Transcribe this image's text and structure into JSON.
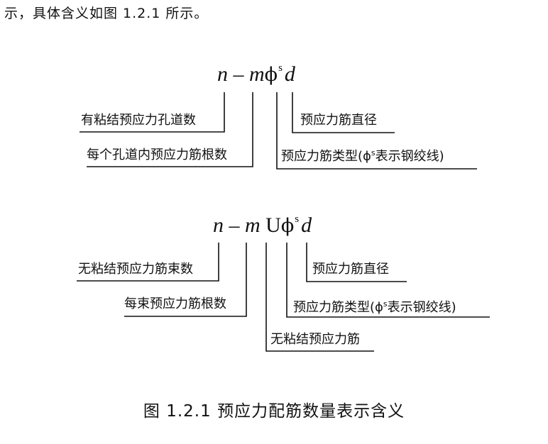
{
  "intro_text": "示，具体含义如图 1.2.1 所示。",
  "diagram1": {
    "formula": {
      "n": "n",
      "dash": "–",
      "m": "m",
      "phi": "ϕ",
      "s": "s",
      "d": "d"
    },
    "labels": {
      "bonded_count": "有粘结预应力孔道数",
      "per_duct": "每个孔道内预应力筋根数",
      "diameter": "预应力筋直径",
      "type_prefix": "预应力筋类型(",
      "type_phi": "ϕ",
      "type_s": "s",
      "type_suffix": "表示钢绞线)"
    }
  },
  "diagram2": {
    "formula": {
      "n": "n",
      "dash": "–",
      "m": "m",
      "u": "U",
      "phi": "ϕ",
      "s": "s",
      "d": "d"
    },
    "labels": {
      "unbonded_count": "无粘结预应力筋束数",
      "per_bundle": "每束预应力筋根数",
      "diameter": "预应力筋直径",
      "type_prefix": "预应力筋类型(",
      "type_phi": "ϕ",
      "type_s": "s",
      "type_suffix": "表示钢绞线)",
      "unbonded_tendon": "无粘结预应力筋"
    }
  },
  "caption": "图 1.2.1 预应力配筋数量表示含义"
}
